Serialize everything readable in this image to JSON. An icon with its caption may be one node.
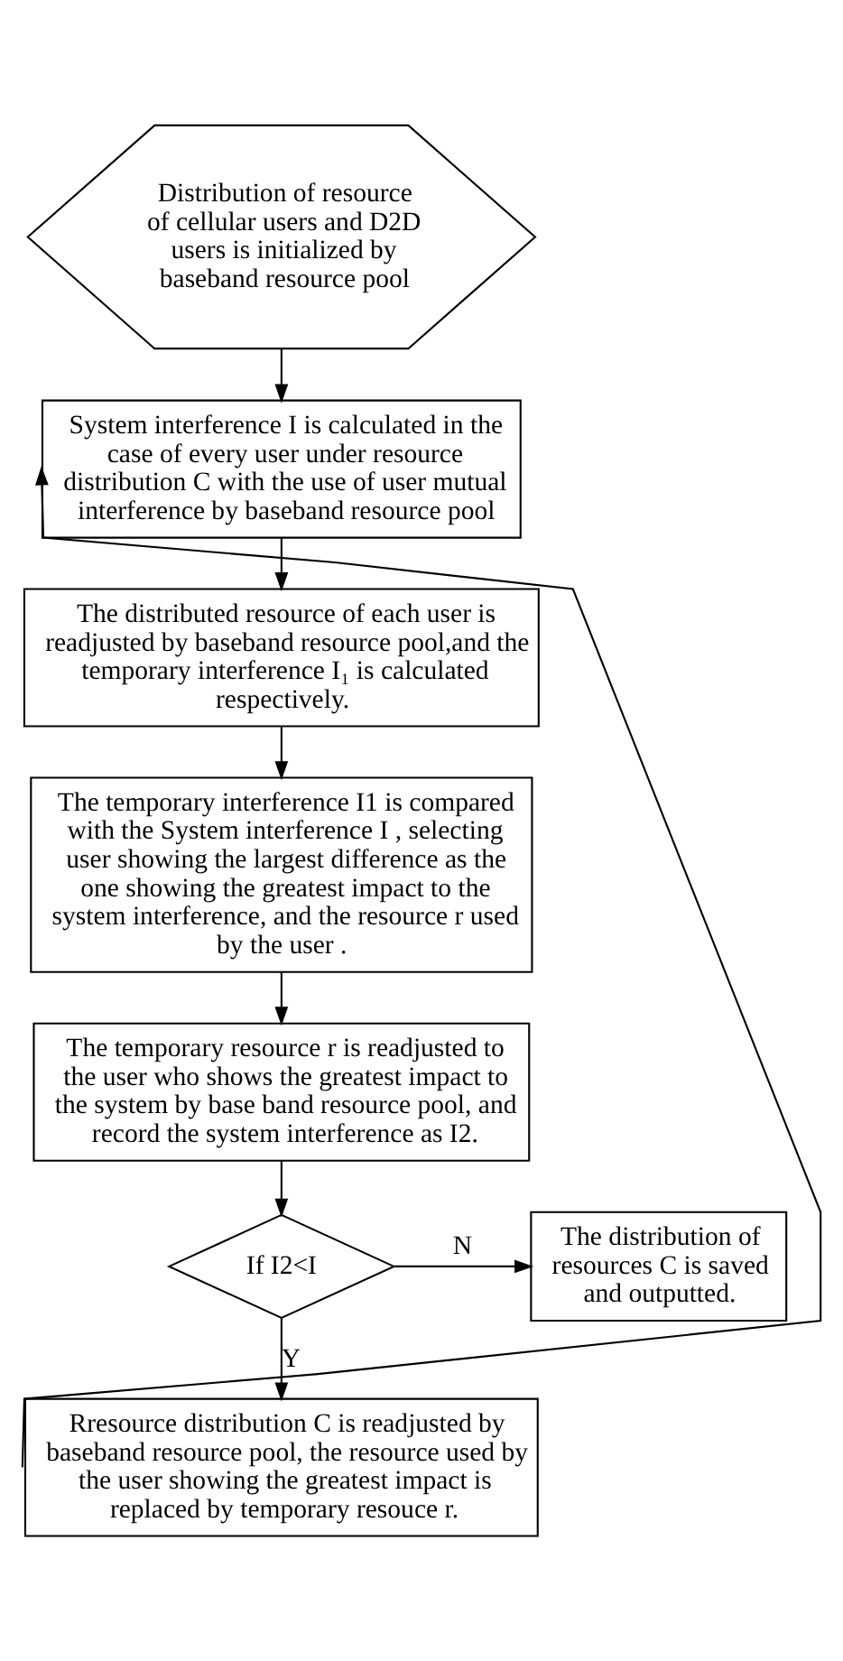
{
  "diagram": {
    "nodes": [
      {
        "text": [
          "Distribution of resource of cellular users and D2D users is initialized by baseband resource pool"
        ]
      },
      {
        "text": [
          "System interference I is calculated in the case of every user under resource distribution C with the use of user mutual interference by baseband resource pool"
        ]
      },
      {
        "text": [
          "The distributed resource of each user is readjusted by baseband resource pool,and the temporary interference I₁ is calculated respectively."
        ]
      },
      {
        "text": [
          "The temporary interference I1 is compared with the System interference I , selecting user showing the largest difference as the one showing the greatest impact to the system interference, and the resource r used by the user ."
        ]
      },
      {
        "text": [
          "The temporary resource r is readjusted to the user who shows the greatest impact to the system by base band resource pool, and record the system interference as I2."
        ]
      },
      {
        "text": [
          "If I2<I"
        ]
      },
      {
        "text": [
          "The distribution of resources C is saved and outputted."
        ]
      },
      {
        "text": [
          "Rresource distribution C is readjusted by baseband resource pool, the resource used by the user showing the greatest impact is replaced by temporary resouce r."
        ]
      }
    ],
    "edges": [
      {
        "from": 0,
        "to": 1,
        "arrow": "to"
      },
      {
        "from": 1,
        "to": 2,
        "arrow": "to"
      },
      {
        "from": 2,
        "to": 3,
        "arrow": "to"
      },
      {
        "from": 3,
        "to": 4,
        "arrow": "to"
      },
      {
        "from": 4,
        "to": 5,
        "arrow": "to"
      },
      {
        "from": 5,
        "to": 6,
        "arrow": "to",
        "label": "N"
      },
      {
        "from": 5,
        "to": 7,
        "arrow": "to",
        "label": "Y"
      },
      {
        "from": 7,
        "to": 1,
        "arrow": "to"
      }
    ]
  }
}
